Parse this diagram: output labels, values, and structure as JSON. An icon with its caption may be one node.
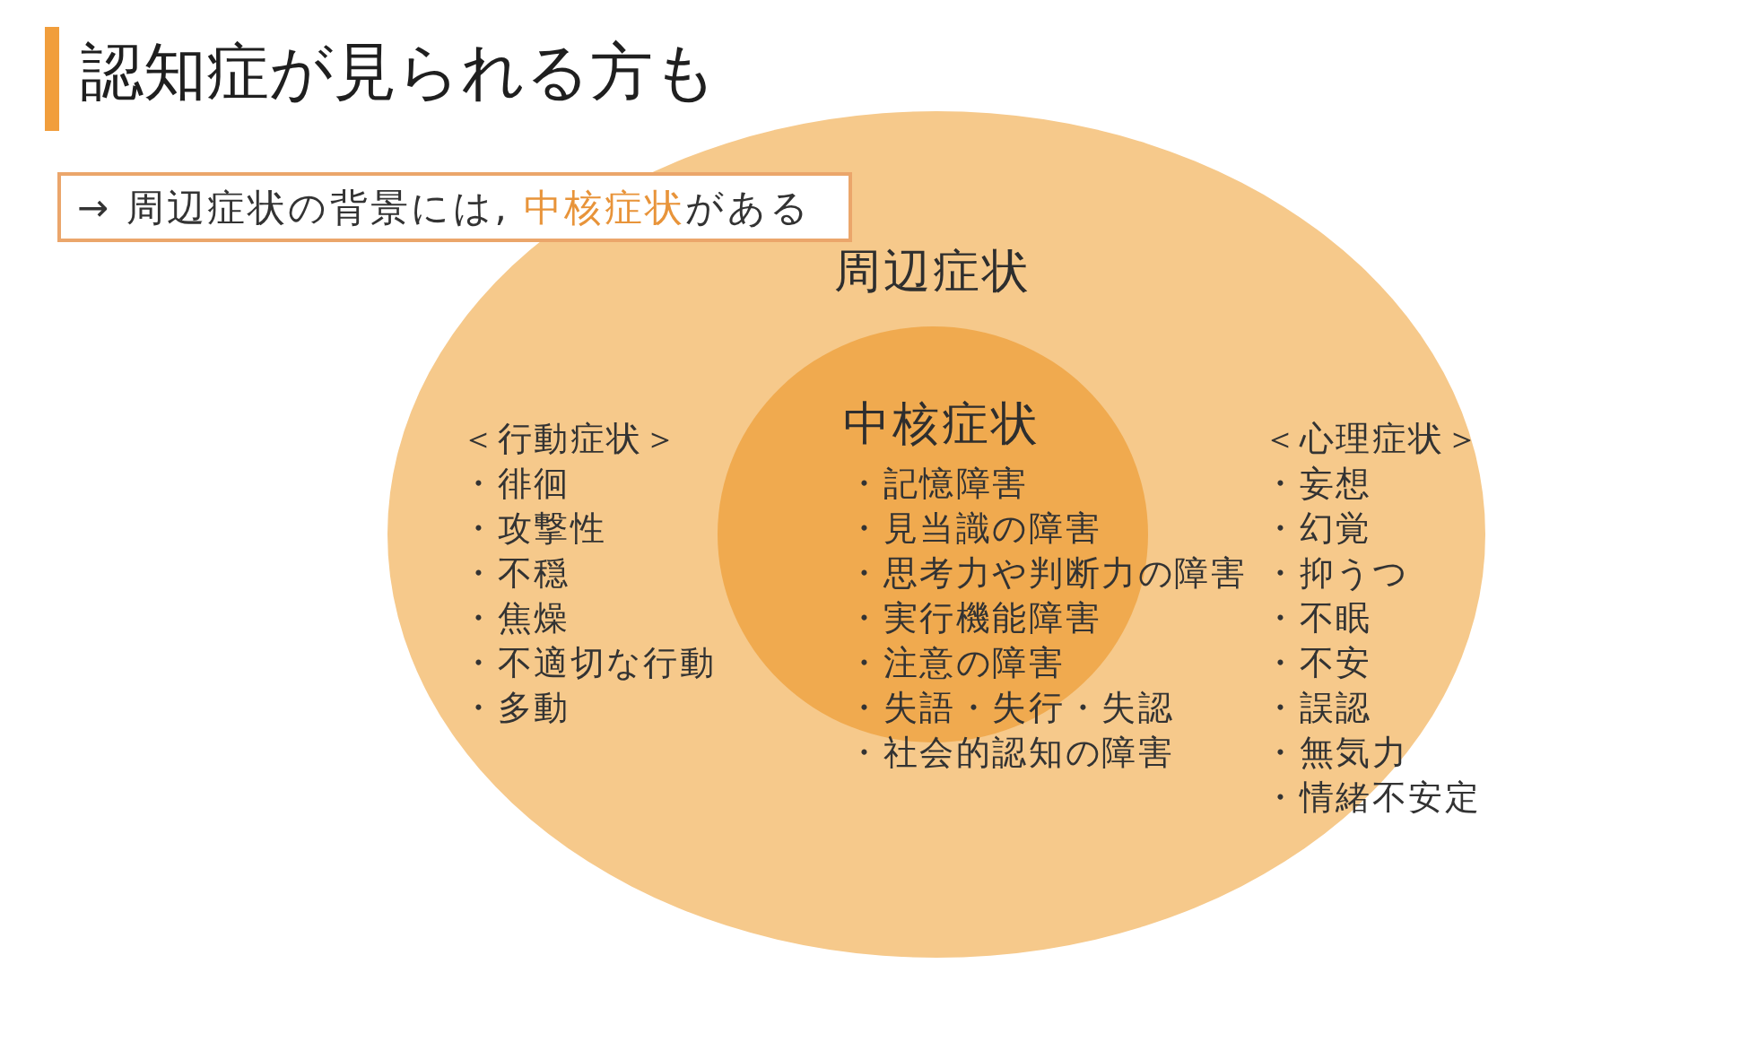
{
  "diagram": {
    "title": "認知症が見られる方も",
    "nodes": [
      {
        "text": [
          "→ 周辺症状の背景には, **中核症状**がある"
        ]
      },
      {
        "text": [
          "周辺症状",
          "＜行動症状＞",
          "・徘徊",
          "・攻撃性",
          "・不穏",
          "・焦燥",
          "・不適切な行動",
          "・多動",
          "＜心理症状＞",
          "・妄想",
          "・幻覚",
          "・抑うつ",
          "・不眠",
          "・不安",
          "・誤認",
          "・無気力",
          "・情緒不安定"
        ]
      },
      {
        "text": [
          "中核症状",
          "・記憶障害",
          "・見当識の障害",
          "・思考力や判断力の障害",
          "・実行機能障害",
          "・注意の障害",
          "・失語・失行・失認",
          "・社会的認知の障害"
        ],
        "in": 1
      }
    ]
  }
}
